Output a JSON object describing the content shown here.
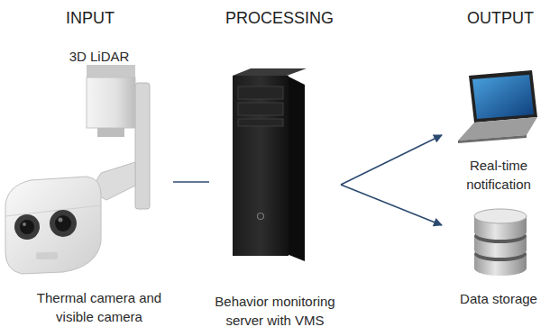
{
  "diagram": {
    "nodes": [
      {
        "text": [
          "3D LiDAR",
          "Thermal camera and visible camera"
        ]
      },
      {
        "text": [
          "Behavior monitoring server with VMS"
        ]
      },
      {
        "text": [
          "Real-time notification"
        ]
      },
      {
        "text": [
          "Data storage"
        ]
      }
    ],
    "edges": [
      {
        "from": 0,
        "to": 1,
        "arrow": "none"
      },
      {
        "from": 1,
        "to": 2,
        "arrow": "to"
      },
      {
        "from": 1,
        "to": 3,
        "arrow": "to"
      }
    ],
    "labels": [
      "INPUT",
      "PROCESSING",
      "OUTPUT"
    ]
  }
}
